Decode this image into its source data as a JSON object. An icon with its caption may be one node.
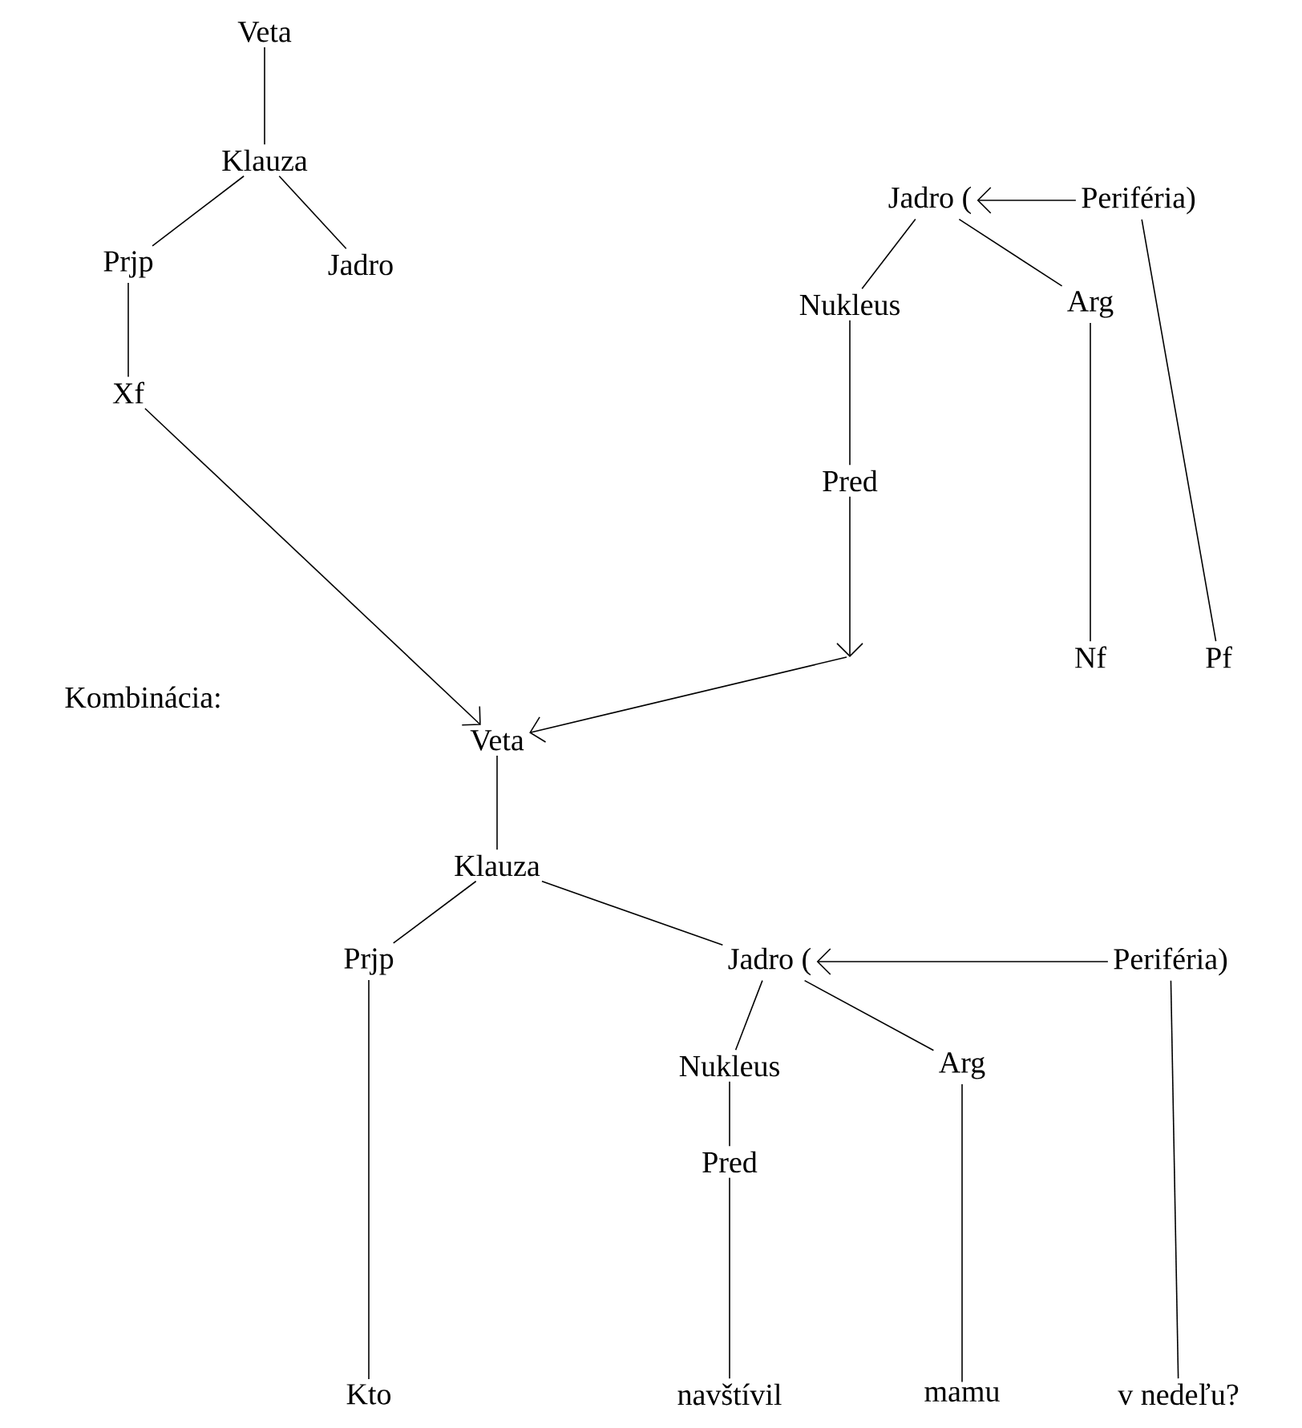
{
  "diagram": {
    "nodes": [
      {
        "text": [
          "Veta"
        ]
      },
      {
        "text": [
          "Klauza"
        ]
      },
      {
        "text": [
          "Prjp"
        ]
      },
      {
        "text": [
          "Jadro"
        ]
      },
      {
        "text": [
          "Xf"
        ]
      },
      {
        "text": [
          "Jadro ("
        ]
      },
      {
        "text": [
          "Periféria)"
        ]
      },
      {
        "text": [
          "Nukleus"
        ]
      },
      {
        "text": [
          "Arg"
        ]
      },
      {
        "text": [
          "Pred"
        ]
      },
      {
        "text": [
          "Nf"
        ]
      },
      {
        "text": [
          "Pf"
        ]
      },
      {
        "text": [
          "Veta"
        ]
      },
      {
        "text": [
          "Klauza"
        ]
      },
      {
        "text": [
          "Prjp"
        ]
      },
      {
        "text": [
          "Jadro ("
        ]
      },
      {
        "text": [
          "Periféria)"
        ]
      },
      {
        "text": [
          "Nukleus"
        ]
      },
      {
        "text": [
          "Arg"
        ]
      },
      {
        "text": [
          "Pred"
        ]
      },
      {
        "text": [
          "Kto"
        ]
      },
      {
        "text": [
          "navštívil"
        ]
      },
      {
        "text": [
          "mamu"
        ]
      },
      {
        "text": [
          "v nedeľu?"
        ]
      }
    ],
    "edges": [
      {
        "from": 0,
        "to": 1,
        "arrow": "none"
      },
      {
        "from": 1,
        "to": 2,
        "arrow": "none"
      },
      {
        "from": 1,
        "to": 3,
        "arrow": "none"
      },
      {
        "from": 2,
        "to": 4,
        "arrow": "none"
      },
      {
        "from": 6,
        "to": 5,
        "arrow": "to"
      },
      {
        "from": 5,
        "to": 7,
        "arrow": "none"
      },
      {
        "from": 5,
        "to": 8,
        "arrow": "none"
      },
      {
        "from": 7,
        "to": 9,
        "arrow": "none"
      },
      {
        "from": 8,
        "to": 10,
        "arrow": "none"
      },
      {
        "from": 6,
        "to": 11,
        "arrow": "none"
      },
      {
        "from": 4,
        "to": 12,
        "arrow": "to"
      },
      {
        "from": 9,
        "to": null,
        "arrow": "to"
      },
      {
        "from": null,
        "to": 12,
        "arrow": "to"
      },
      {
        "from": 12,
        "to": 13,
        "arrow": "none"
      },
      {
        "from": 13,
        "to": 14,
        "arrow": "none"
      },
      {
        "from": 13,
        "to": 15,
        "arrow": "none"
      },
      {
        "from": 16,
        "to": 15,
        "arrow": "to"
      },
      {
        "from": 15,
        "to": 17,
        "arrow": "none"
      },
      {
        "from": 15,
        "to": 18,
        "arrow": "none"
      },
      {
        "from": 17,
        "to": 19,
        "arrow": "none"
      },
      {
        "from": 14,
        "to": 20,
        "arrow": "none"
      },
      {
        "from": 19,
        "to": 21,
        "arrow": "none"
      },
      {
        "from": 18,
        "to": 22,
        "arrow": "none"
      },
      {
        "from": 16,
        "to": 23,
        "arrow": "none"
      }
    ],
    "labels": [
      "Kombinácia:"
    ]
  }
}
